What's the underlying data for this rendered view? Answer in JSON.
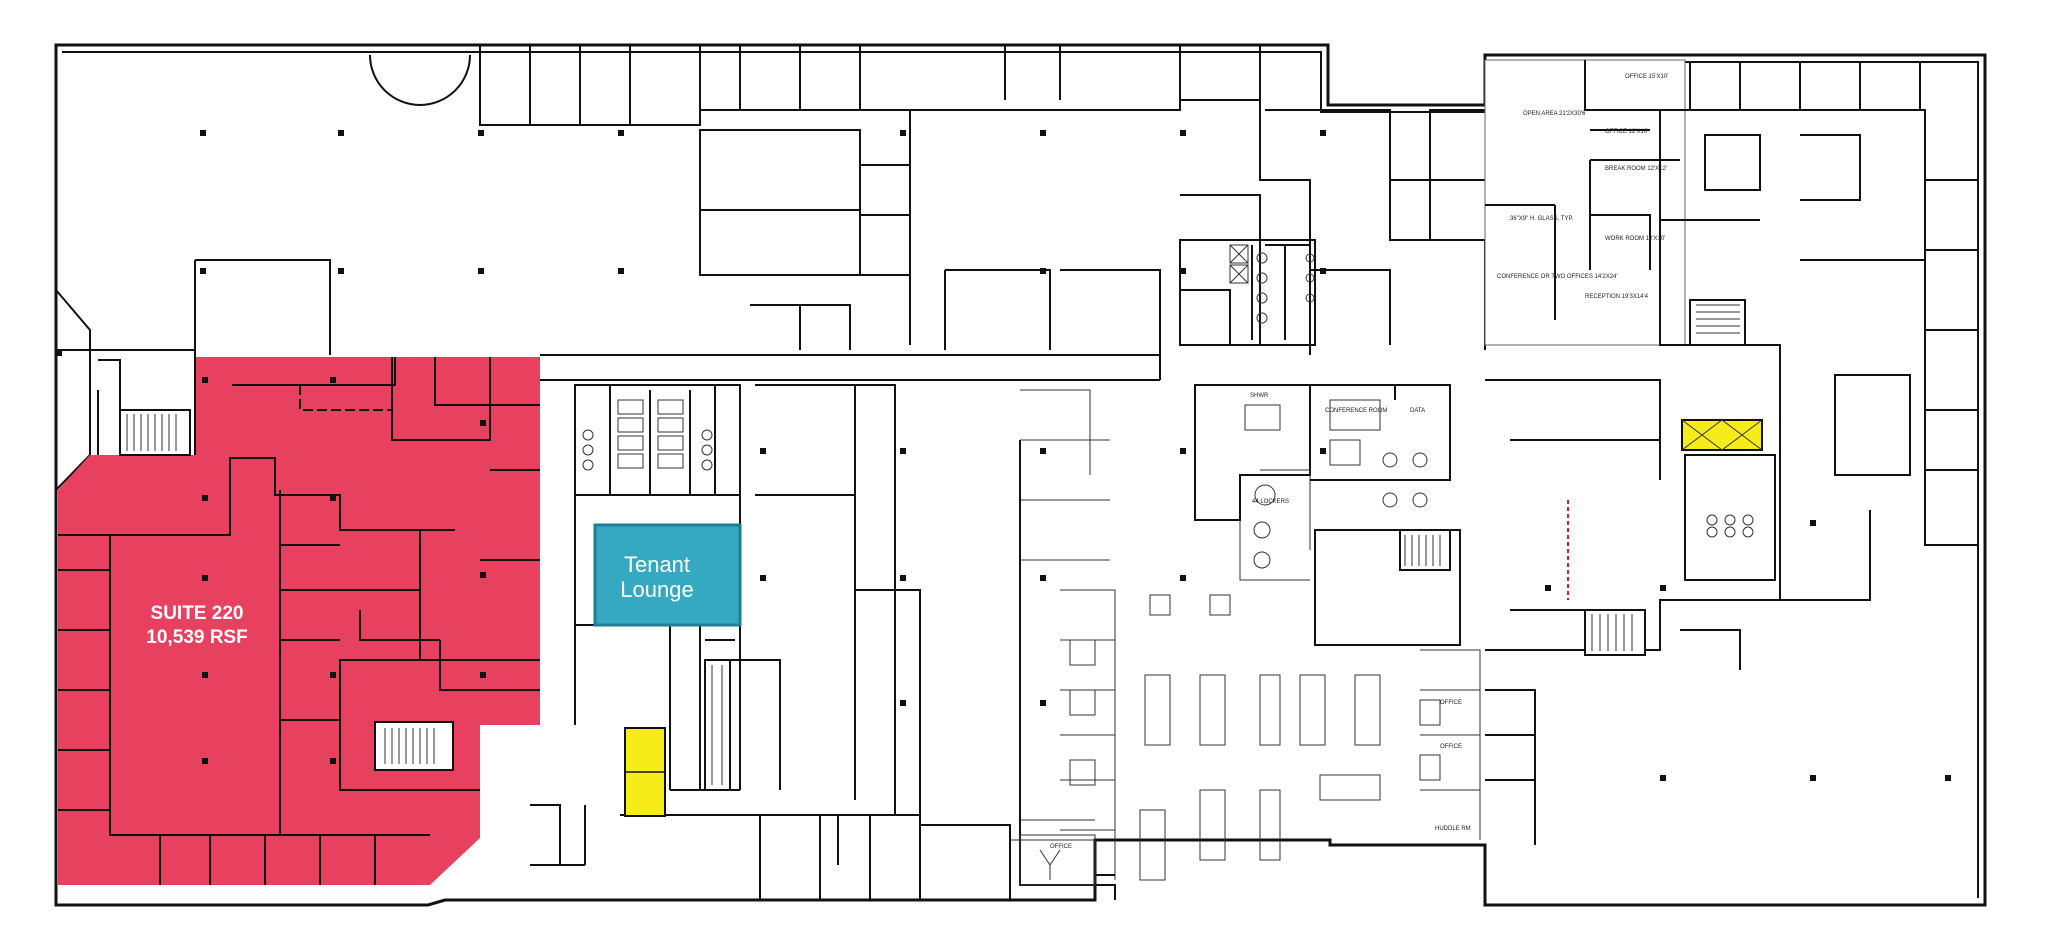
{
  "plan": {
    "suite": {
      "name": "SUITE 220",
      "area": "10,539 RSF",
      "color": "#e8405f"
    },
    "lounge": {
      "line1": "Tenant",
      "line2": "Lounge",
      "color": "#35a9c1"
    },
    "elevator_color": "#f5ec1a",
    "labels": {
      "office_top": "OFFICE 15'X10'",
      "open_area": "OPEN AREA 21'2X30'6",
      "office2": "OFFICE 12'X10'",
      "break_room": "BREAK ROOM 12'X12'",
      "work_room": "WORK ROOM 12'X10'",
      "glass": "36\"X9\" H. GLASS, TYP.",
      "conference": "CONFERENCE OR TWO OFFICES 14'2X24'",
      "reception": "RECEPTION 19'3X14'4",
      "conference_room": "CONFERENCE ROOM",
      "data": "DATA",
      "lockers": "44 LOCKERS",
      "shower": "SHWR",
      "office_a": "OFFICE",
      "office_b": "OFFICE",
      "huddle": "HUDDLE RM",
      "office_c": "OFFICE"
    }
  }
}
